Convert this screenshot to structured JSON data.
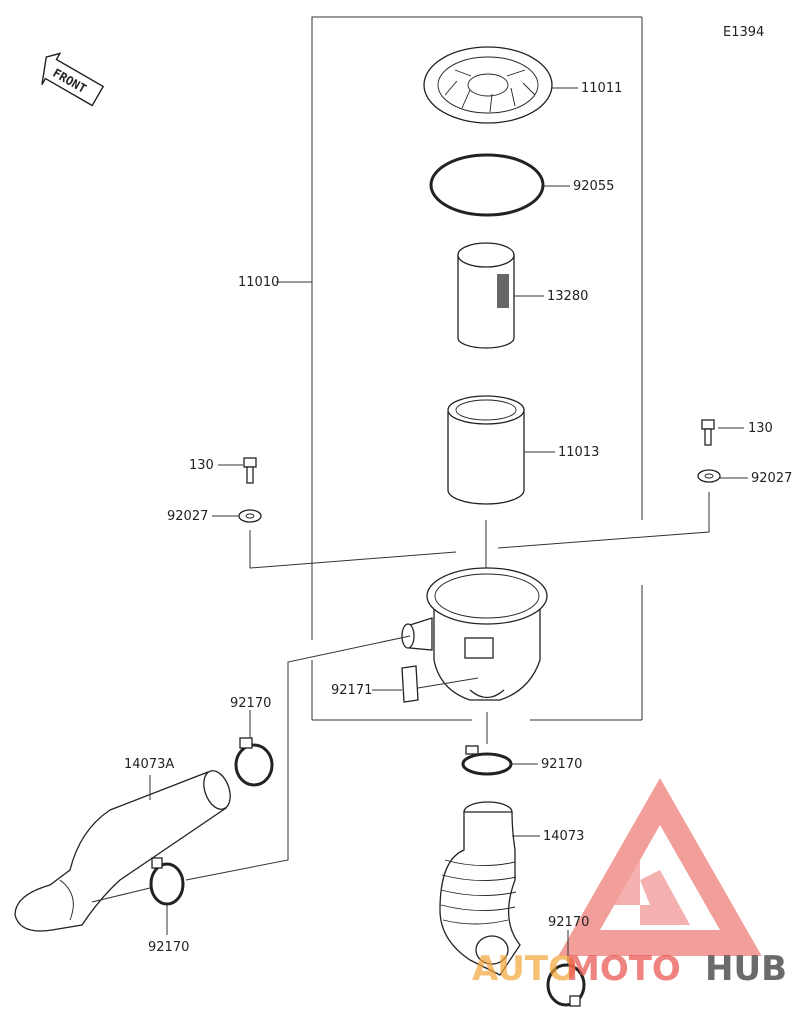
{
  "diagram_code": "E1394",
  "front_label": "FRONT",
  "parts": {
    "p11011": "11011",
    "p92055": "92055",
    "p13280": "13280",
    "p11010": "11010",
    "p11013": "11013",
    "p130_left": "130",
    "p92027_left": "92027",
    "p130_right": "130",
    "p92027_right": "92027",
    "p92171": "92171",
    "p92170_a": "92170",
    "p92170_b": "92170",
    "p92170_c": "92170",
    "p92170_d": "92170",
    "p14073A": "14073A",
    "p14073": "14073"
  },
  "watermark": {
    "part1": "AUTO",
    "part2": "MOTO",
    "part3": "HUB",
    "color_red": "#e8504a",
    "color_orange": "#f3a63a",
    "color_dark": "#3a3a3a"
  }
}
